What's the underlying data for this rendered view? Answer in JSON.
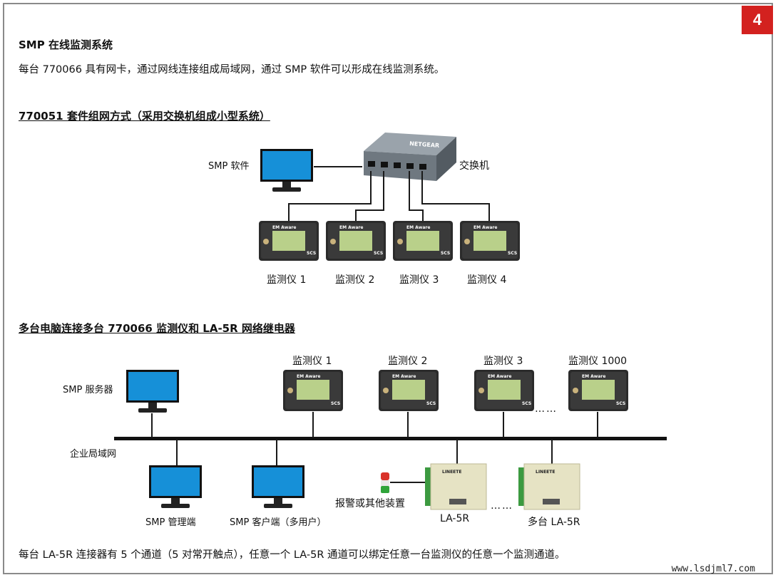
{
  "page_number": "4",
  "section1": {
    "title": "SMP 在线监测系统",
    "text": "每台 770066 具有网卡，通过网线连接组成局域网，通过 SMP 软件可以形成在线监测系统。"
  },
  "section2": {
    "title": "770051 套件组网方式（采用交换机组成小型系统）",
    "smp_label": "SMP 软件",
    "switch_label": "交换机",
    "switch_brand": "NETGEAR",
    "monitors": [
      "监测仪 1",
      "监测仪 2",
      "监测仪 3",
      "监测仪 4"
    ]
  },
  "section3": {
    "title": "多台电脑连接多台 770066 监测仪和 LA-5R 网络继电器",
    "server_label": "SMP 服务器",
    "lan_label": "企业局域网",
    "monitors": [
      "监测仪 1",
      "监测仪 2",
      "监测仪 3",
      "监测仪 1000"
    ],
    "dots": "……",
    "manager_label": "SMP 管理端",
    "client_label": "SMP 客户端（多用户）",
    "alarm_label": "报警或其他装置",
    "relay_label": "LA-5R",
    "multi_relay_label": "多台 LA-5R",
    "relay_brand": "LINEETE"
  },
  "device": {
    "brand": "EM Aware",
    "maker": "SCS"
  },
  "footer": {
    "text": "每台 LA-5R 连接器有 5 个通道（5 对常开触点），任意一个 LA-5R 通道可以绑定任意一台监测仪的任意一个监测通道。",
    "watermark": "www.lsdjml7.com"
  }
}
